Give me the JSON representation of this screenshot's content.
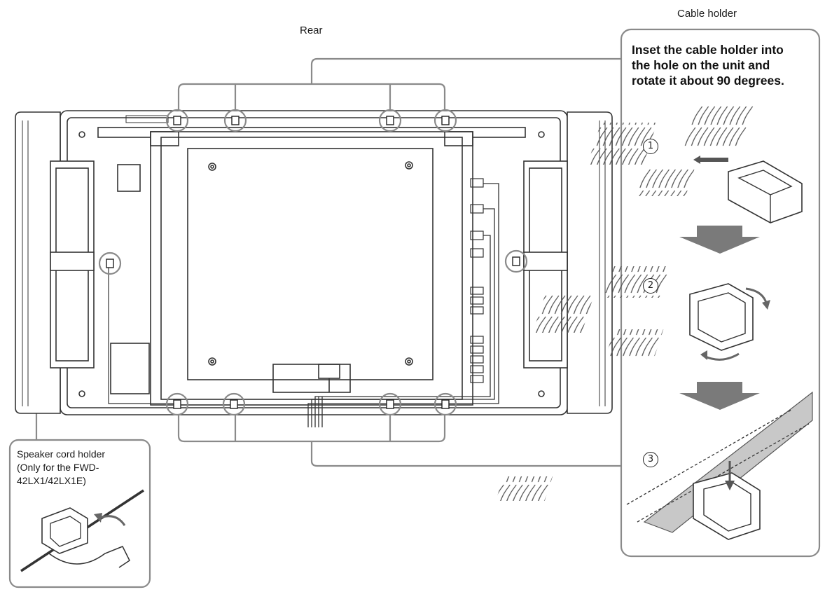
{
  "labels": {
    "rear": "Rear",
    "cable_holder": "Cable holder"
  },
  "cable_holder_panel": {
    "instruction_lines": [
      "Inset the cable holder into",
      "the hole on the unit and",
      "rotate it about 90 degrees."
    ],
    "steps": [
      "1",
      "2",
      "3"
    ]
  },
  "speaker_cord_holder": {
    "lines": [
      "Speaker cord holder",
      "(Only for the FWD-",
      "42LX1/42LX1E)"
    ]
  },
  "colors": {
    "line": "#3a3a3a",
    "callout": "#8a8a8a",
    "arrow": "#7a7a7a",
    "band": "#bdbdbd"
  }
}
